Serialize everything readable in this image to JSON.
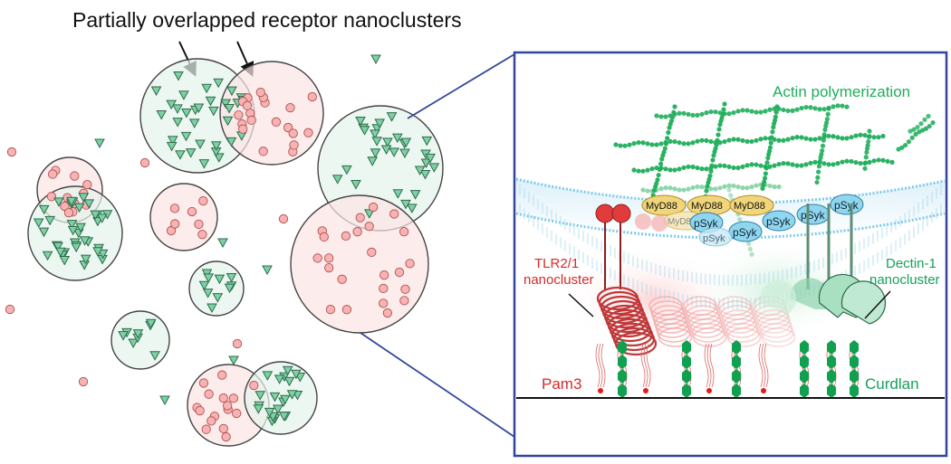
{
  "header": {
    "title": "Partially overlapped receptor nanoclusters"
  },
  "inset": {
    "actin_label": "Actin polymerization",
    "tlr_label_line1": "TLR2/1",
    "tlr_label_line2": "nanocluster",
    "dectin_label_line1": "Dectin-1",
    "dectin_label_line2": "nanocluster",
    "pam3_label": "Pam3",
    "curdlan_label": "Curdlan",
    "myd88_label": "MyD88",
    "psyk_label": "pSyk"
  },
  "colors": {
    "red_receptor": "#f4a6a6",
    "green_receptor": "#6fc49a",
    "actin": "#1fae5b",
    "membrane": "#7fcbe8",
    "frame": "#33469a",
    "tlr_label": "#d62a2a",
    "dectin_label": "#16a05a"
  }
}
